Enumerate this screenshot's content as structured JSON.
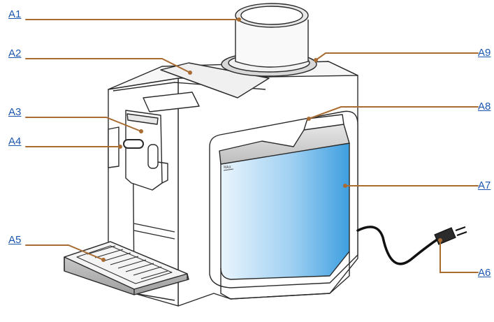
{
  "callouts": {
    "a1": "A1",
    "a2": "A2",
    "a3": "A3",
    "a4": "A4",
    "a5": "A5",
    "a6": "A6",
    "a7": "A7",
    "a8": "A8",
    "a9": "A9"
  },
  "tank_mark": "MAX",
  "colors": {
    "leader": "#a86b32",
    "label": "#1a56b0",
    "tank": "#4aa8e8",
    "outline": "#2a2a2a"
  }
}
